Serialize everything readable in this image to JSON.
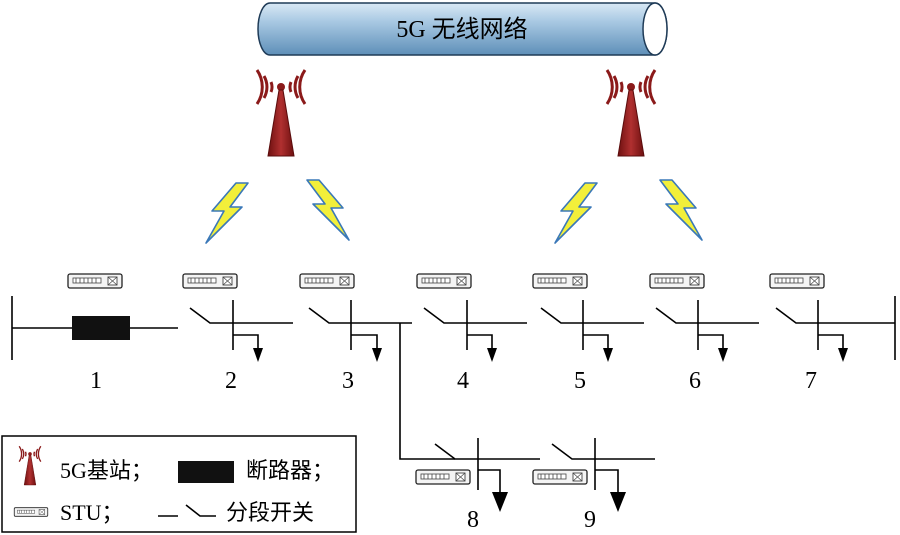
{
  "network": {
    "title": "5G 无线网络"
  },
  "stations": [
    {
      "id": "station-left",
      "label": "1"
    },
    {
      "id": "station-2",
      "label": "2"
    },
    {
      "id": "station-3",
      "label": "3"
    },
    {
      "id": "station-4",
      "label": "4"
    },
    {
      "id": "station-5",
      "label": "5"
    },
    {
      "id": "station-6",
      "label": "6"
    },
    {
      "id": "station-7",
      "label": "7"
    },
    {
      "id": "station-8",
      "label": "8"
    },
    {
      "id": "station-9",
      "label": "9"
    }
  ],
  "legend": {
    "base_station": "5G基站；",
    "breaker": "断路器；",
    "stu": "STU；",
    "switch": "分段开关"
  },
  "colors": {
    "cylinder": "#8fb8d8",
    "tower": "#8b1a1a",
    "bolt": "#f2ef3a",
    "bolt_edge": "#3a78b8",
    "breaker": "#111111"
  },
  "icons": [
    "antenna-tower-icon",
    "lightning-bolt-icon",
    "stu-device-icon",
    "breaker-icon",
    "sectionalizing-switch-icon",
    "load-arrow-icon"
  ]
}
